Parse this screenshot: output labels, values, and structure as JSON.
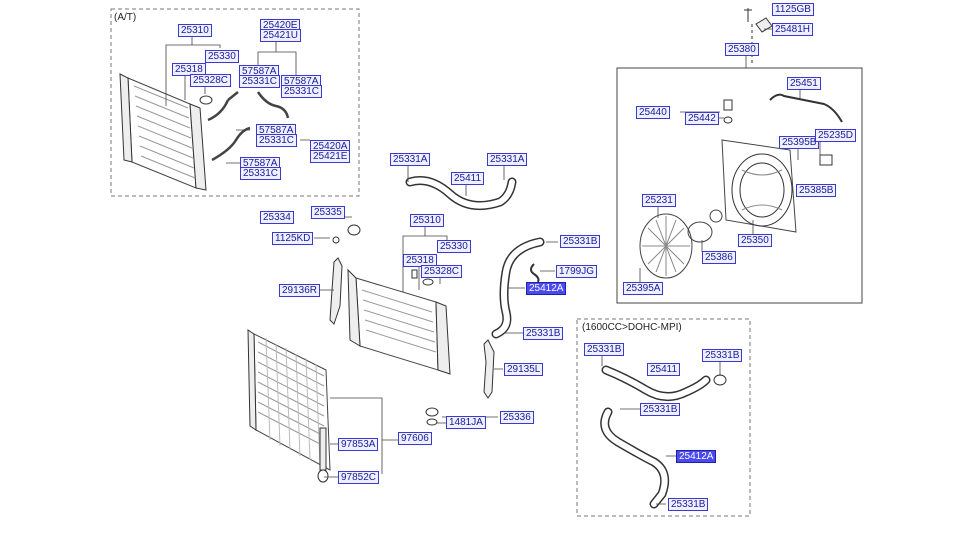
{
  "diagram": {
    "at_caption": "(A/T)",
    "dohc_caption": "(1600CC>DOHC-MPI)",
    "highlight_color": "#4a4af0",
    "label_color": "#3a3ad0"
  },
  "parts": [
    "25310",
    "25420E",
    "25421U",
    "25330",
    "25318",
    "25328C",
    "57587A",
    "25331C",
    "57587A",
    "25331C",
    "57587A",
    "25331C",
    "25420A",
    "25421E",
    "57587A",
    "25331C",
    "1125GB",
    "25481H",
    "25380",
    "25451",
    "25440",
    "25442",
    "25395B",
    "25235D",
    "25385B",
    "25231",
    "25350",
    "25386",
    "25395A",
    "25331A",
    "25331A",
    "25411",
    "25334",
    "25335",
    "1125KD",
    "25310",
    "25330",
    "25318",
    "25328C",
    "25331B",
    "1799JG",
    "25412A",
    "29136R",
    "25331B",
    "29135L",
    "1481JA",
    "25336",
    "97853A",
    "97606",
    "97852C",
    "25331B",
    "25331B",
    "25411",
    "25331B",
    "25412A",
    "25331B"
  ]
}
